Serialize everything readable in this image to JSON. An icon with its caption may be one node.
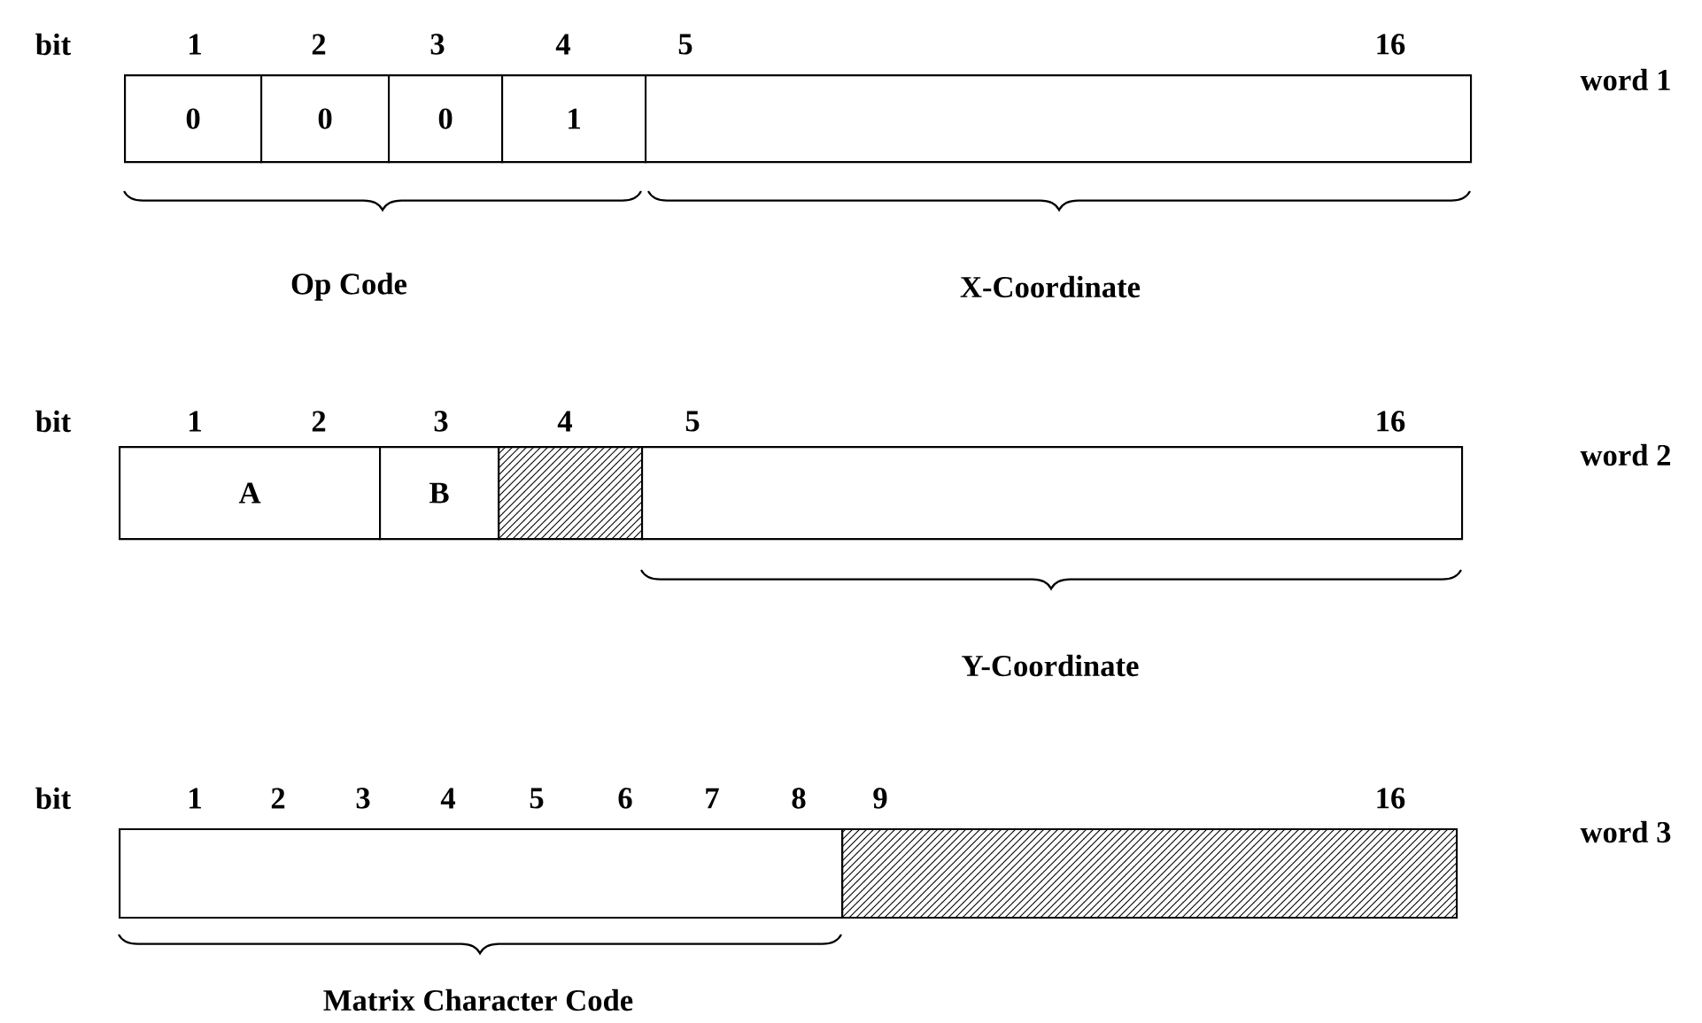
{
  "diagram": {
    "nodes": [
      {
        "text": [
          "0"
        ]
      },
      {
        "text": [
          "0"
        ]
      },
      {
        "text": [
          "0"
        ]
      },
      {
        "text": [
          "1"
        ]
      },
      {
        "text": [],
        "shape": "box"
      },
      {
        "text": [
          "A"
        ]
      },
      {
        "text": [
          "B"
        ]
      },
      {
        "text": [],
        "shape": "box"
      },
      {
        "text": [],
        "shape": "box"
      },
      {
        "text": [],
        "shape": "box"
      },
      {
        "text": [],
        "shape": "box"
      }
    ],
    "labels": [
      "bit",
      "1",
      "2",
      "3",
      "4",
      "5",
      "16",
      "word 1",
      "Op Code",
      "X-Coordinate",
      "bit",
      "1",
      "2",
      "3",
      "4",
      "5",
      "16",
      "word 2",
      "Y-Coordinate",
      "bit",
      "1",
      "2",
      "3",
      "4",
      "5",
      "6",
      "7",
      "8",
      "9",
      "16",
      "word 3",
      "Matrix Character Code"
    ]
  }
}
